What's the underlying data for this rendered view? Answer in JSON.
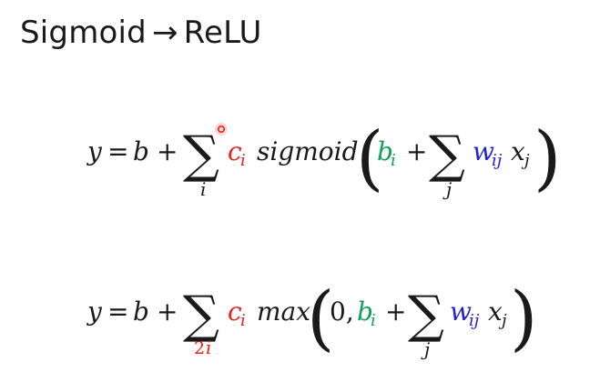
{
  "slide": {
    "title_left": "Sigmoid",
    "title_arrow": "→",
    "title_right": "ReLU"
  },
  "equation_1": {
    "y": "y",
    "eq": "=",
    "b": "b",
    "plus": "+",
    "sum": "∑",
    "sum_index": "i",
    "c": "c",
    "c_sub": "i",
    "func": "sigmoid",
    "lparen": "(",
    "bi": "b",
    "bi_sub": "i",
    "plus2": "+",
    "sum2": "∑",
    "sum2_index": "j",
    "w": "w",
    "w_sub": "ij",
    "x": "x",
    "x_sub": "j",
    "rparen": ")"
  },
  "equation_2": {
    "y": "y",
    "eq": "=",
    "b": "b",
    "plus": "+",
    "sum": "∑",
    "sum_index_prefix": "2",
    "sum_index": "i",
    "c": "c",
    "c_sub": "i",
    "func": "max",
    "lparen": "(",
    "zero": "0,",
    "bi": "b",
    "bi_sub": "i",
    "plus2": "+",
    "sum2": "∑",
    "sum2_index": "j",
    "w": "w",
    "w_sub": "ij",
    "x": "x",
    "x_sub": "j",
    "rparen": ")"
  },
  "colors": {
    "text": "#1a1a1a",
    "red": "#e8231e",
    "green": "#12a05a",
    "blue": "#1f1fd6",
    "cursor_fill": "#f2b8b4",
    "cursor_ring": "#e8231e"
  }
}
